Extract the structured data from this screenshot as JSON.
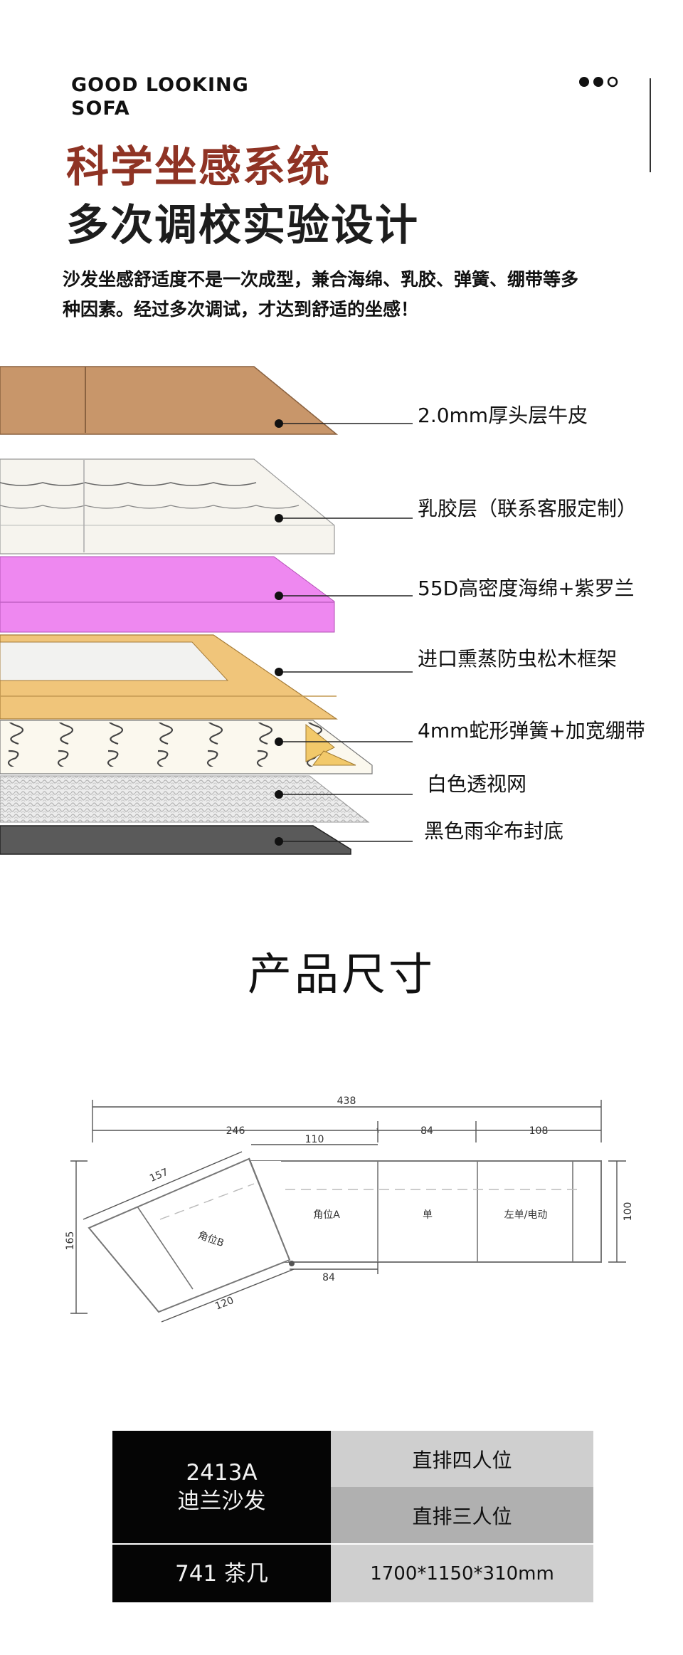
{
  "header": {
    "brand_line1": "GOOD LOOKING",
    "brand_line2": "SOFA",
    "title_red": "科学坐感系统",
    "title_dark": "多次调校实验设计",
    "intro_line1": "沙发坐感舒适度不是一次成型，兼合海绵、乳胶、弹簧、绷带等多",
    "intro_line2": "种因素。经过多次调试，才达到舒适的坐感！"
  },
  "layers": [
    {
      "label": "2.0mm厚头层牛皮"
    },
    {
      "label": "乳胶层（联系客服定制）"
    },
    {
      "label": "55D高密度海绵+紫罗兰"
    },
    {
      "label": "进口熏蒸防虫松木框架"
    },
    {
      "label": "4mm蛇形弹簧+加宽绷带"
    },
    {
      "label": "白色透视网"
    },
    {
      "label": "黑色雨伞布封底"
    }
  ],
  "colors": {
    "leather": "#c8966a",
    "latex": "#f7f5ef",
    "sponge": "#ee88f0",
    "frame": "#f0c57a",
    "base": "#5a5a5a",
    "title_red": "#8f3324"
  },
  "size_section": {
    "title": "产品尺寸"
  },
  "plan": {
    "dim_total": "438",
    "dim_a": "246",
    "dim_b": "84",
    "dim_c": "108",
    "dim_corner_top": "110",
    "dim_diag": "157",
    "dim_left": "165",
    "dim_bottom": "120",
    "dim_inner": "84",
    "dim_right": "100",
    "label_corner_b": "角位B",
    "label_corner_a": "角位A",
    "label_single": "单",
    "label_left_single": "左单/电动"
  },
  "spec": {
    "model_code": "2413A",
    "model_name": "迪兰沙发",
    "tea_table": "741 茶几",
    "row1": "直排四人位",
    "row2": "直排三人位",
    "row3": "1700*1150*310mm"
  }
}
